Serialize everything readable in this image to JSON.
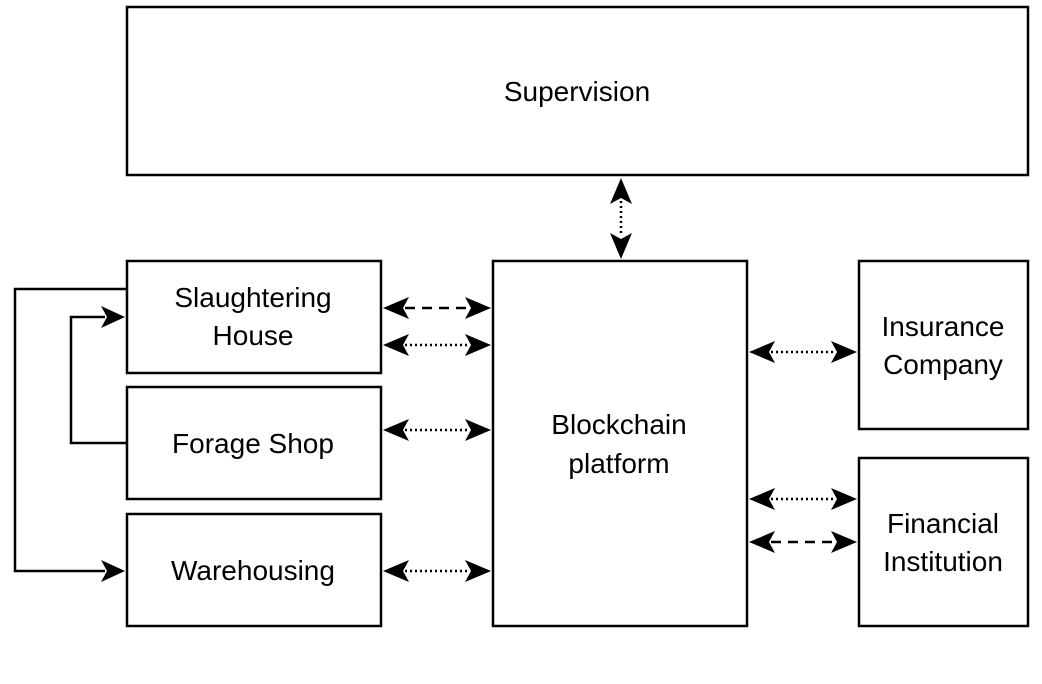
{
  "nodes": {
    "supervision": {
      "label": "Supervision"
    },
    "slaughtering_house": {
      "label_line1": "Slaughtering",
      "label_line2": "House"
    },
    "forage_shop": {
      "label": "Forage Shop"
    },
    "warehousing": {
      "label": "Warehousing"
    },
    "blockchain_platform": {
      "label_line1": "Blockchain",
      "label_line2": "platform"
    },
    "insurance_company": {
      "label_line1": "Insurance",
      "label_line2": "Company"
    },
    "financial_institution": {
      "label_line1": "Financial",
      "label_line2": "Institution"
    }
  },
  "connections": [
    {
      "from": "Supervision",
      "to": "Blockchain platform",
      "style": "dotted",
      "direction": "both"
    },
    {
      "from": "Slaughtering House",
      "to": "Blockchain platform",
      "style": "dashed",
      "direction": "both"
    },
    {
      "from": "Slaughtering House",
      "to": "Blockchain platform",
      "style": "dotted",
      "direction": "both"
    },
    {
      "from": "Forage Shop",
      "to": "Blockchain platform",
      "style": "dotted",
      "direction": "both"
    },
    {
      "from": "Warehousing",
      "to": "Blockchain platform",
      "style": "dotted",
      "direction": "both"
    },
    {
      "from": "Blockchain platform",
      "to": "Insurance Company",
      "style": "dotted",
      "direction": "both"
    },
    {
      "from": "Blockchain platform",
      "to": "Financial Institution",
      "style": "dotted",
      "direction": "both"
    },
    {
      "from": "Blockchain platform",
      "to": "Financial Institution",
      "style": "dashed",
      "direction": "both"
    },
    {
      "from": "Slaughtering House",
      "to": "Warehousing",
      "style": "solid",
      "direction": "forward"
    },
    {
      "from": "Forage Shop",
      "to": "Slaughtering House",
      "style": "solid",
      "direction": "forward"
    }
  ]
}
